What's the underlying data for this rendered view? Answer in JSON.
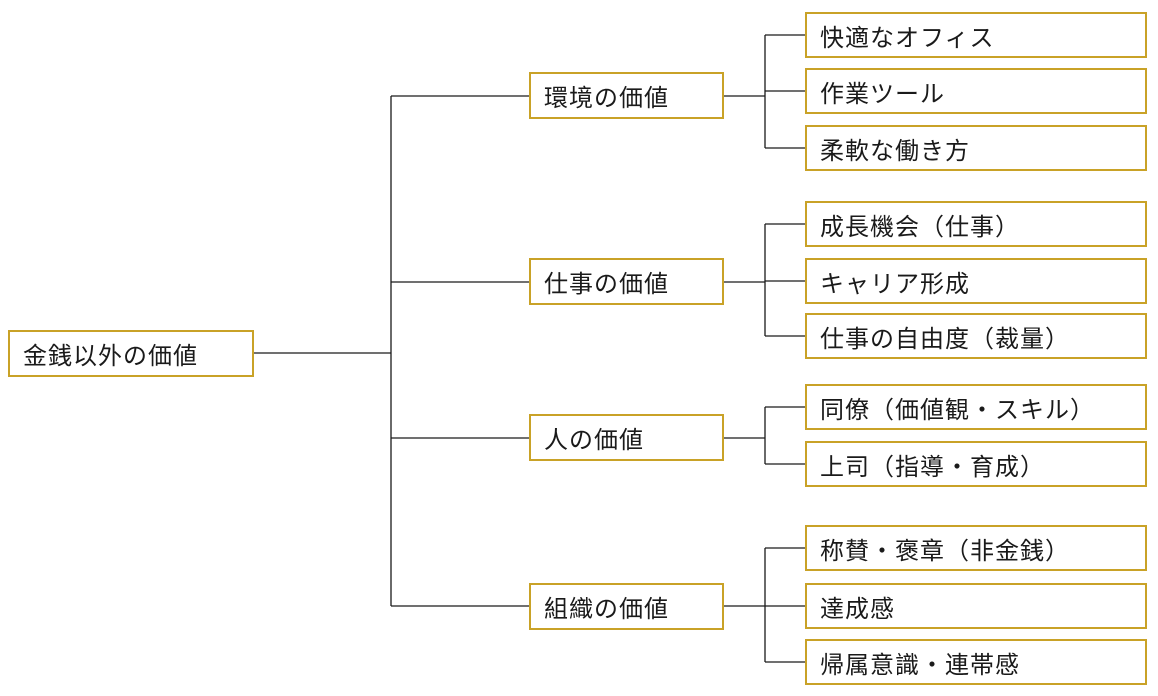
{
  "root": {
    "label": "金銭以外の価値"
  },
  "categories": [
    {
      "label": "環境の価値",
      "items": [
        "快適なオフィス",
        "作業ツール",
        "柔軟な働き方"
      ]
    },
    {
      "label": "仕事の価値",
      "items": [
        "成長機会（仕事）",
        "キャリア形成",
        "仕事の自由度（裁量）"
      ]
    },
    {
      "label": "人の価値",
      "items": [
        "同僚（価値観・スキル）",
        "上司（指導・育成）"
      ]
    },
    {
      "label": "組織の価値",
      "items": [
        "称賛・褒章（非金銭）",
        "達成感",
        "帰属意識・連帯感"
      ]
    }
  ],
  "colors": {
    "box_border": "#c9a227",
    "connector": "#1a1a1a",
    "text": "#1a1a1a"
  }
}
